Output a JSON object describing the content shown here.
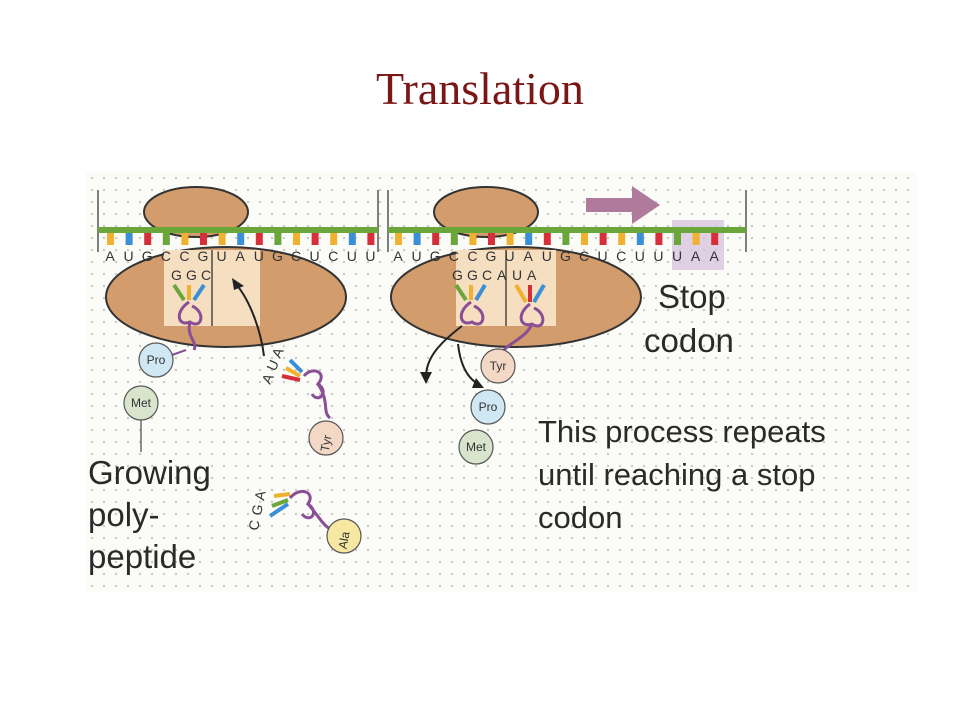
{
  "title": "Translation",
  "colors": {
    "title": "#7a1616",
    "ribbosome": "#d29c6c",
    "ribosome_site": "#f6dfc1",
    "mrna_backbone": "#6aa63a",
    "trna_loop": "#8a4e96",
    "movement_arrow": "#b07a9c",
    "stop_highlight": "#d8c6dd"
  },
  "left_panel": {
    "mrna_bases": [
      "A",
      "U",
      "G",
      "C",
      "C",
      "G",
      "U",
      "A",
      "U",
      "G",
      "C",
      "U",
      "C",
      "U",
      "U"
    ],
    "trna_in_p_site_anticodon": "GGC",
    "incoming_trna_anticodon": "AUA",
    "incoming_trna_amino_acid": "Tyr",
    "free_trna_anticodon": "CGA",
    "free_trna_amino_acid": "Ala",
    "chain": [
      "Pro",
      "Met"
    ],
    "label_lines": [
      "Growing",
      "poly-",
      "peptide"
    ]
  },
  "right_panel": {
    "mrna_bases": [
      "A",
      "U",
      "G",
      "C",
      "C",
      "G",
      "U",
      "A",
      "U",
      "G",
      "C",
      "U",
      "C",
      "U",
      "U",
      "U",
      "A",
      "A"
    ],
    "exiting_trna_anticodon": "GGC",
    "a_site_trna_anticodon": "AUA",
    "chain": [
      "Tyr",
      "Pro",
      "Met"
    ],
    "stop_label_lines": [
      "Stop",
      "codon"
    ],
    "process_lines": [
      "This process repeats",
      "until reaching a stop",
      "codon"
    ]
  }
}
